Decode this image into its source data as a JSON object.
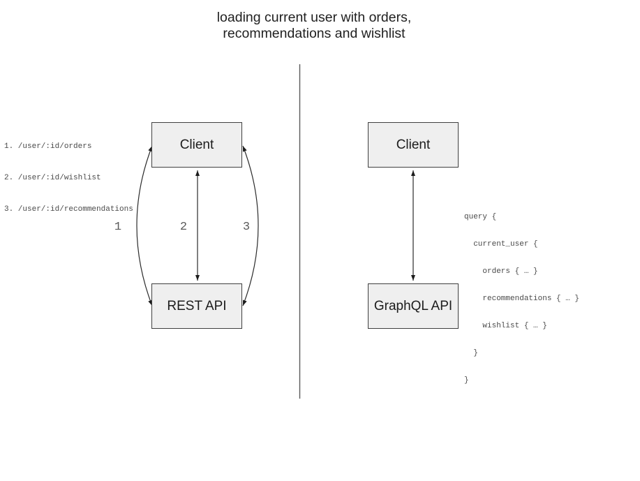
{
  "title": {
    "line1": "loading current user with orders,",
    "line2": "recommendations and wishlist"
  },
  "rest_diagram": {
    "client_label": "Client",
    "api_label": "REST API",
    "endpoints": [
      "1. /user/:id/orders",
      "2. /user/:id/wishlist",
      "3. /user/:id/recommendations"
    ],
    "arrow_labels": [
      "1",
      "2",
      "3"
    ]
  },
  "graphql_diagram": {
    "client_label": "Client",
    "api_label": "GraphQL API",
    "query_lines": [
      "query {",
      "  current_user {",
      "    orders { … }",
      "    recommendations { … }",
      "    wishlist { … }",
      "  }",
      "}"
    ]
  },
  "colors": {
    "box_fill": "#efefef",
    "box_border": "#3f3f3f",
    "arrow": "#2b2b2b",
    "divider": "#5a5a5a",
    "code_text": "#4a4a4a",
    "arrow_label_text": "#5a5a5a"
  }
}
